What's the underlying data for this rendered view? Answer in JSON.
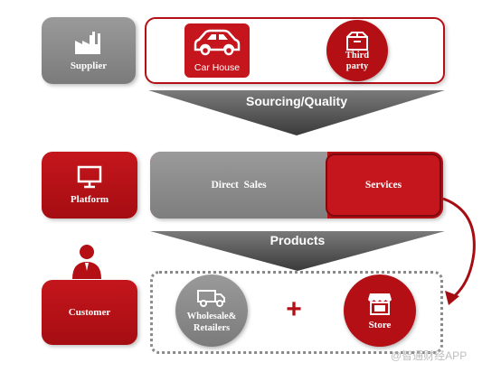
{
  "colors": {
    "red": "#b50f16",
    "gray": "#8a8a8a",
    "dark": "#444444"
  },
  "supplier": {
    "label": "Supplier",
    "icon": "factory-icon"
  },
  "sources": {
    "car_house": {
      "label": "Car House",
      "icon": "car-icon"
    },
    "third_party": {
      "label_line1": "Third",
      "label_line2": "party",
      "icon": "box-icon"
    }
  },
  "banner1": {
    "label": "Sourcing/Quality"
  },
  "platform": {
    "label": "Platform",
    "icon": "monitor-icon"
  },
  "channels": {
    "direct_sales": "Direct  Sales",
    "services": "Services"
  },
  "banner2": {
    "label": "Products"
  },
  "customer": {
    "label": "Customer",
    "icon": "person-icon"
  },
  "outlets": {
    "wholesale": {
      "label_line1": "Wholesale&",
      "label_line2": "Retailers",
      "icon": "truck-icon"
    },
    "plus": "+",
    "store": {
      "label": "Store",
      "icon": "storefront-icon"
    }
  },
  "watermark": "@智通财经APP"
}
